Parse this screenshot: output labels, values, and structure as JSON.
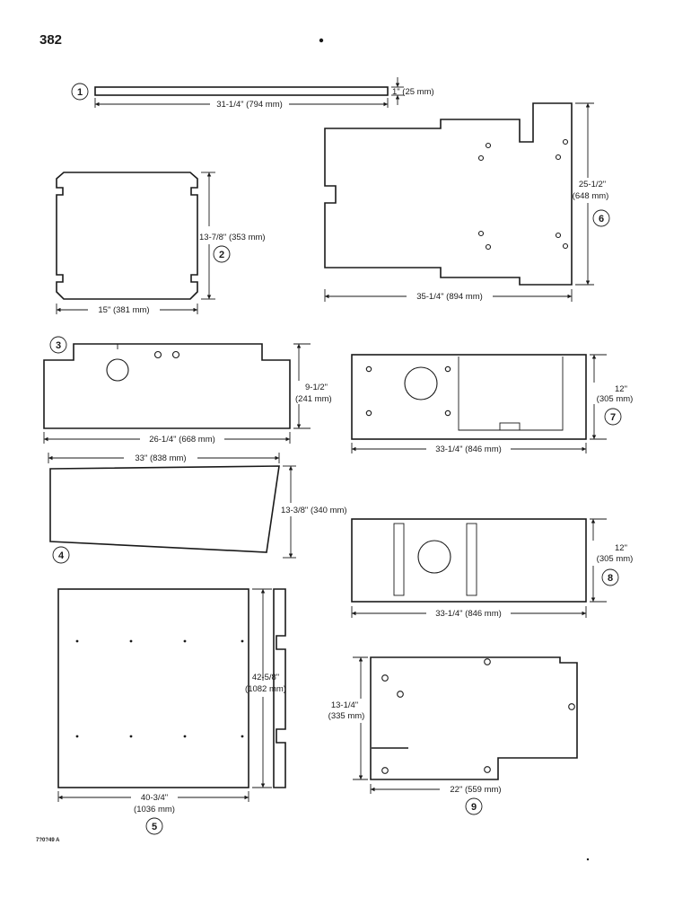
{
  "page": {
    "number": "382",
    "figure_code": "7?0?49 A"
  },
  "parts": [
    {
      "id": "1",
      "dims": [
        "31-1/4\" (794 mm)",
        "1\" (25 mm)"
      ]
    },
    {
      "id": "2",
      "dims": [
        "15\" (381 mm)",
        "13-7/8\" (353 mm)"
      ]
    },
    {
      "id": "3",
      "dims": [
        "26-1/4\" (668 mm)",
        "9-1/2\"",
        "(241 mm)"
      ]
    },
    {
      "id": "4",
      "dims": [
        "33\" (838 mm)",
        "13-3/8\" (340 mm)"
      ]
    },
    {
      "id": "5",
      "dims": [
        "40-3/4\"",
        "(1036 mm)",
        "42-5/8\"",
        "(1082 mm)"
      ]
    },
    {
      "id": "6",
      "dims": [
        "35-1/4\" (894 mm)",
        "25-1/2\"",
        "(648 mm)"
      ]
    },
    {
      "id": "7",
      "dims": [
        "33-1/4\" (846 mm)",
        "12\"",
        "(305 mm)"
      ]
    },
    {
      "id": "8",
      "dims": [
        "33-1/4\" (846 mm)",
        "12\"",
        "(305 mm)"
      ]
    },
    {
      "id": "9",
      "dims": [
        "22\" (559 mm)",
        "13-1/4\"",
        "(335 mm)"
      ]
    }
  ]
}
